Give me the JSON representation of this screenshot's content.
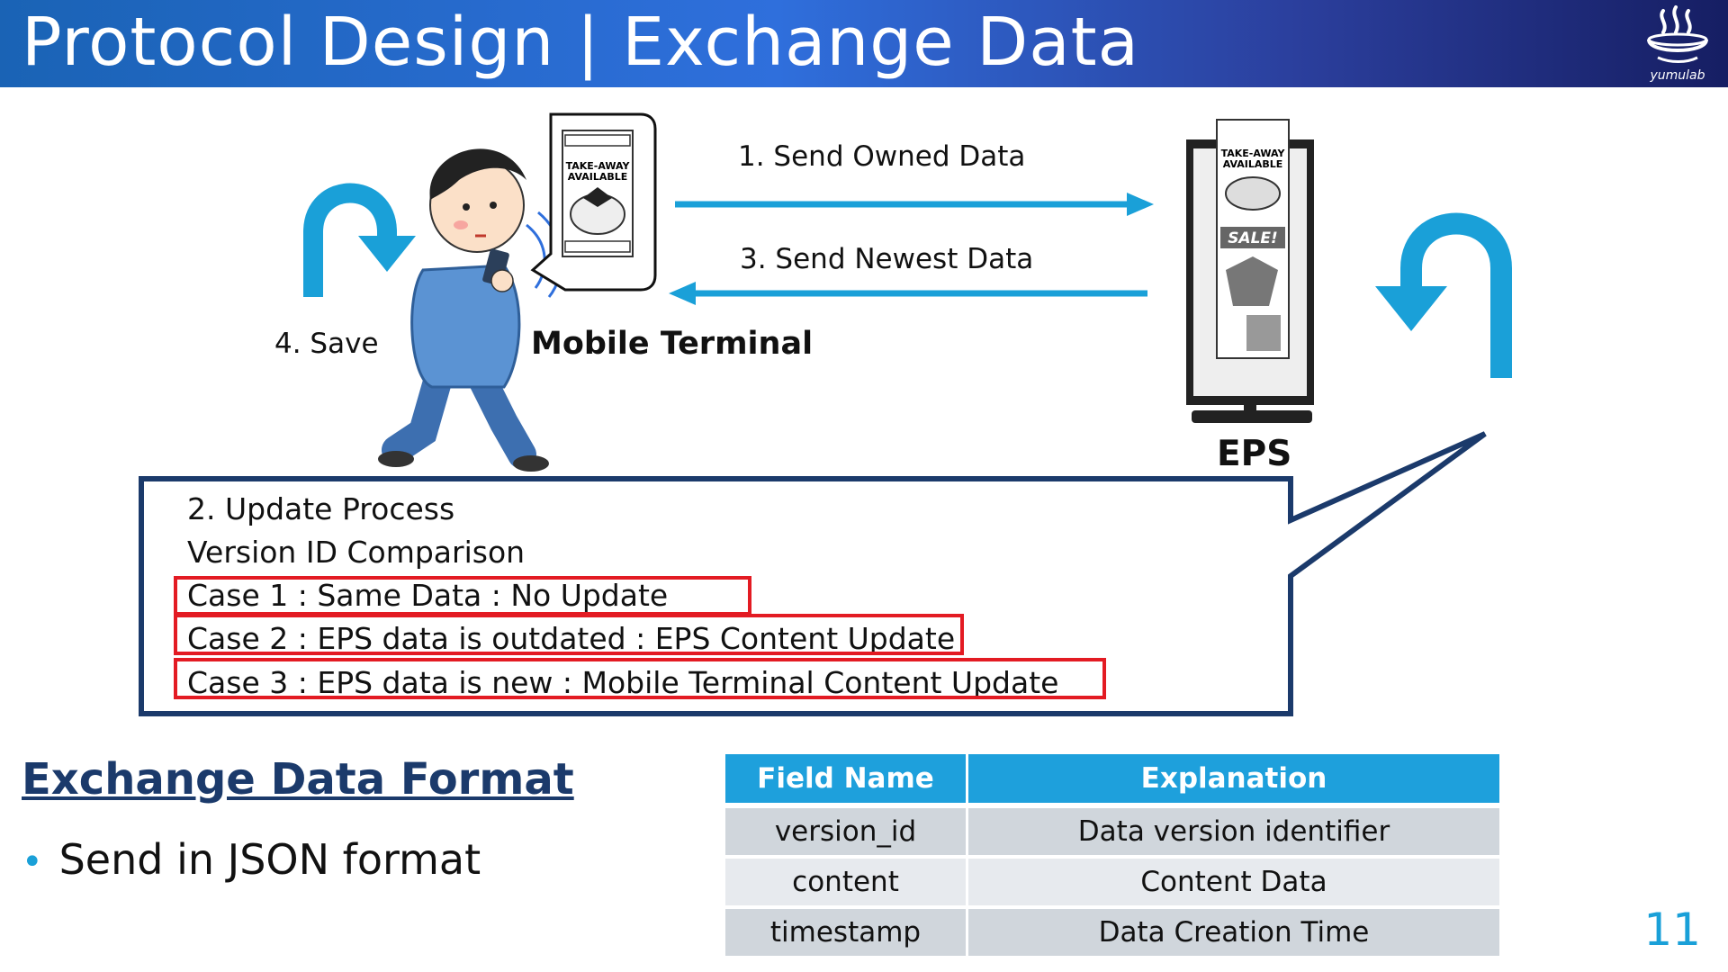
{
  "slide": {
    "title": "Protocol Design | Exchange Data",
    "logo_text": "yumulab",
    "page_number": "11"
  },
  "diagram": {
    "arrow1_label": "1. Send Owned Data",
    "arrow3_label": "3. Send Newest Data",
    "save_label": "4.  Save",
    "mobile_label": "Mobile Terminal",
    "eps_label": "EPS",
    "poster_text_1": "TAKE-AWAY",
    "poster_text_2": "AVAILABLE",
    "sale_text": "SALE!"
  },
  "callout": {
    "step": "2.  Update Process",
    "subtitle": "Version ID Comparison",
    "cases": [
      "Case 1 : Same Data :     No Update",
      "Case 2 : EPS data is outdated : EPS Content Update",
      "Case 3 : EPS data is new :    Mobile Terminal Content Update"
    ]
  },
  "format": {
    "title": "Exchange Data Format",
    "bullet": "Send in JSON format"
  },
  "table": {
    "headers": [
      "Field Name",
      "Explanation"
    ],
    "rows": [
      [
        "version_id",
        "Data version identifier"
      ],
      [
        "content",
        "Content Data"
      ],
      [
        "timestamp",
        "Data Creation Time"
      ]
    ]
  },
  "colors": {
    "arrow_blue": "#1aa0d8",
    "callout_border": "#1b3a6b",
    "highlight_red": "#e31b23",
    "table_header": "#1ea0dc"
  }
}
